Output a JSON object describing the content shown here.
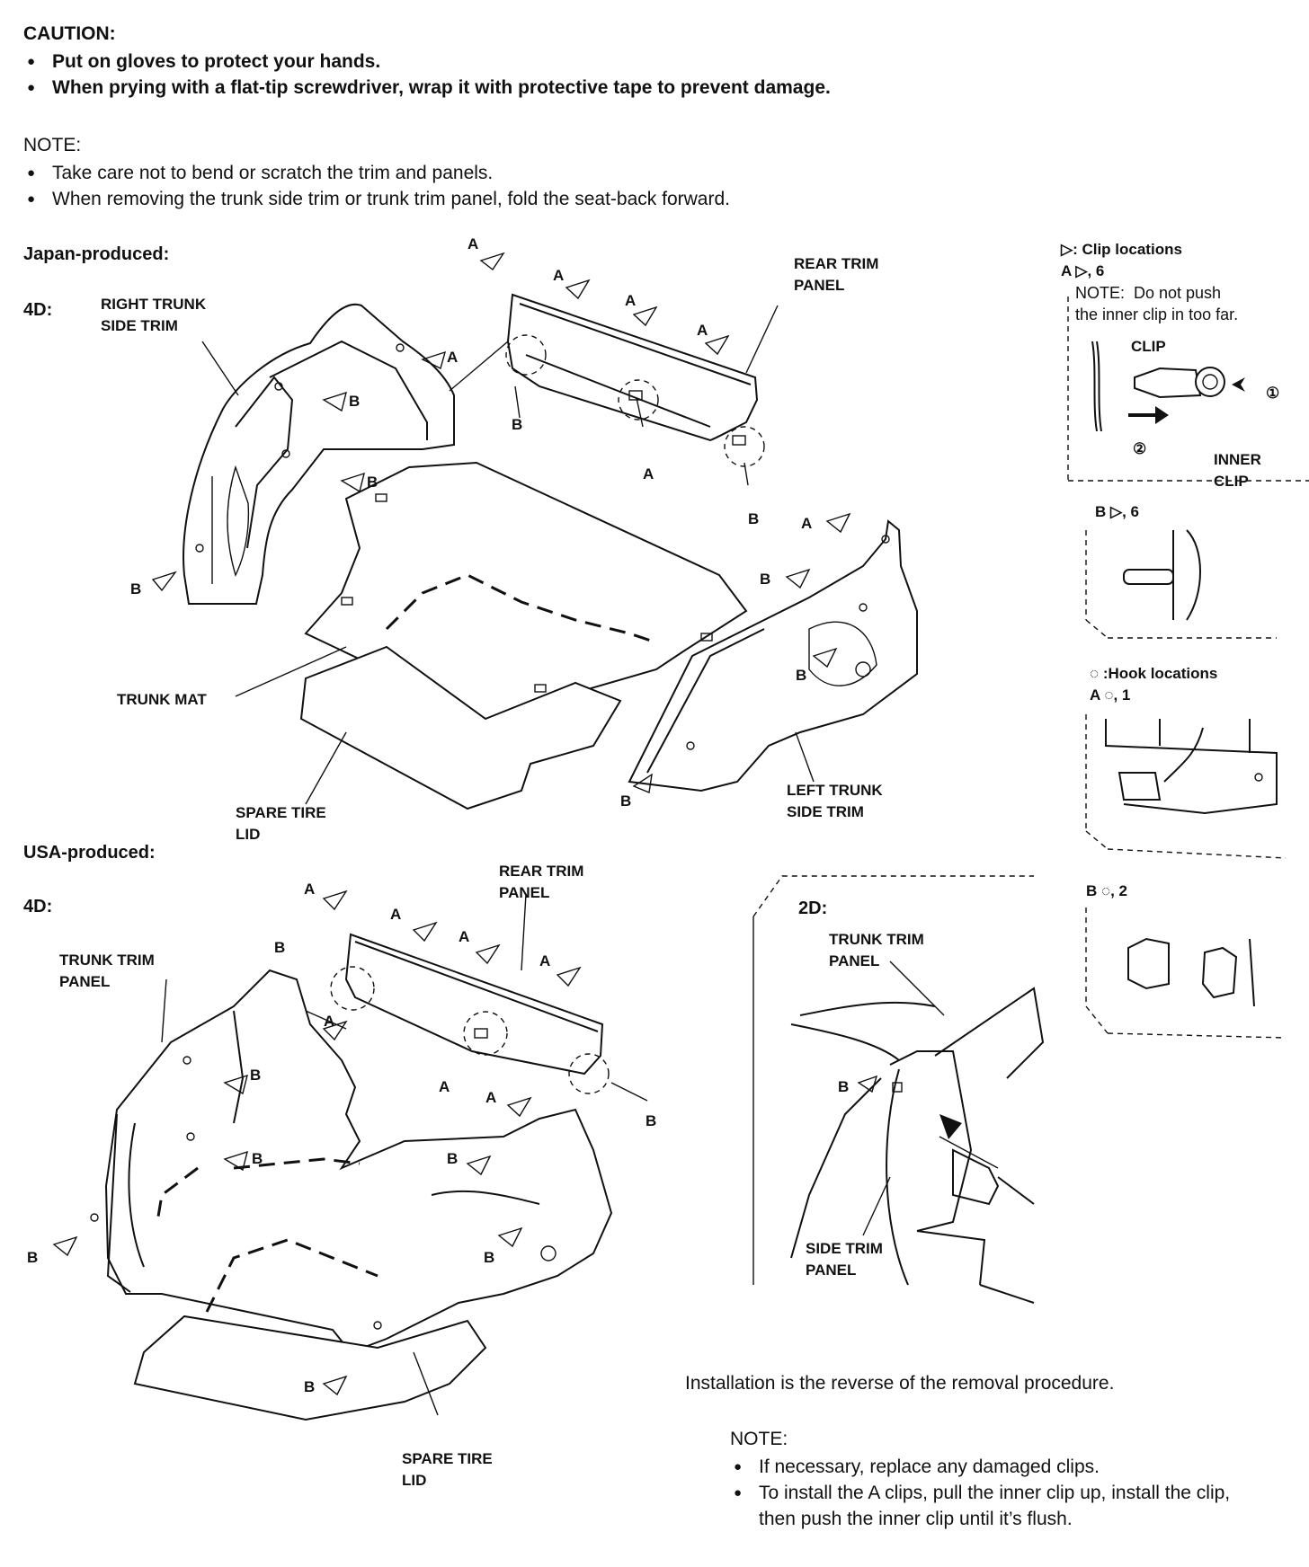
{
  "caution": {
    "heading": "CAUTION:",
    "items": [
      "Put on gloves to protect your hands.",
      "When prying with a flat-tip screwdriver, wrap it with protective tape to prevent damage."
    ]
  },
  "note_top": {
    "heading": "NOTE:",
    "items": [
      "Take care not to bend or scratch the trim and panels.",
      "When removing the trunk side trim or trunk trim panel, fold the seat-back forward."
    ]
  },
  "japan": {
    "heading": "Japan-produced:",
    "model": "4D:",
    "right_trunk_side_trim": "RIGHT TRUNK\nSIDE TRIM",
    "rear_trim_panel": "REAR TRIM\nPANEL",
    "trunk_mat": "TRUNK MAT",
    "spare_tire_lid": "SPARE TIRE\nLID",
    "left_trunk_side_trim": "LEFT TRUNK\nSIDE TRIM",
    "clip_a": "A",
    "clip_b": "B"
  },
  "usa": {
    "heading": "USA-produced:",
    "model": "4D:",
    "rear_trim_panel": "REAR TRIM\nPANEL",
    "trunk_trim_panel": "TRUNK TRIM\nPANEL",
    "spare_tire_lid": "SPARE TIRE\nLID",
    "clip_a": "A",
    "clip_b": "B"
  },
  "inset_2d": {
    "model": "2D:",
    "trunk_trim_panel": "TRUNK TRIM\nPANEL",
    "side_trim_panel": "SIDE TRIM\nPANEL",
    "clip_b": "B"
  },
  "legend": {
    "clip_locations": "▷: Clip locations",
    "a_count": "A ▷, 6",
    "clip_note": "NOTE:  Do not push\nthe inner clip in too far.",
    "clip_label": "CLIP",
    "inner_clip_label": "INNER\nCLIP",
    "step1": "①",
    "step2": "②",
    "b_count": "B ▷, 6",
    "hook_locations": "◌ :Hook locations",
    "a_hook_count": "A ◌, 1",
    "b_hook_count": "B ◌, 2"
  },
  "installation": "Installation is the reverse of the removal procedure.",
  "note_bottom": {
    "heading": "NOTE:",
    "items": [
      "If necessary, replace any damaged clips.",
      "To install the A clips, pull the inner clip up, install the clip, then push the inner clip until it’s flush."
    ]
  }
}
